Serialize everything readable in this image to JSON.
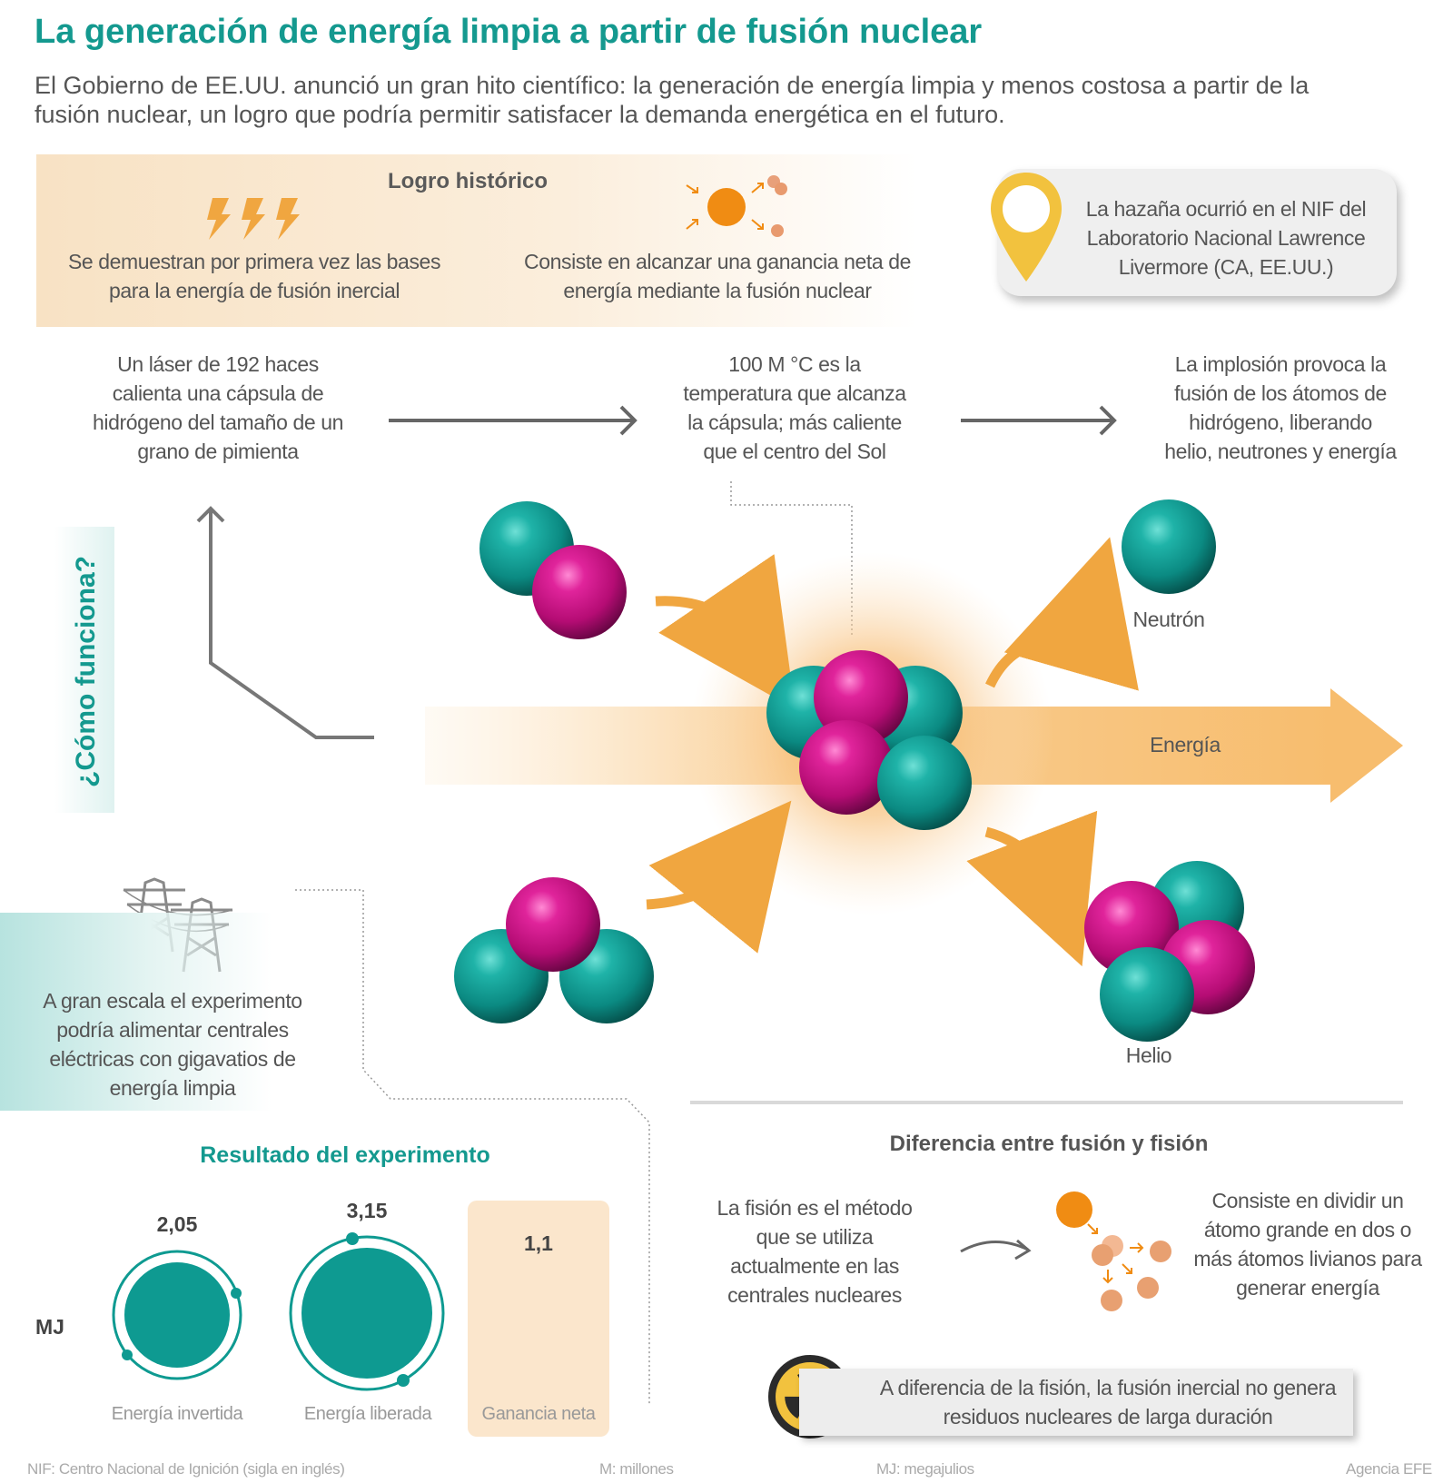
{
  "title": "La generación de energía limpia a partir de fusión nuclear",
  "subtitle": "El Gobierno de EE.UU. anunció un gran hito científico: la generación de energía limpia y menos costosa a partir de la fusión nuclear, un logro que podría permitir satisfacer la demanda energética en el futuro.",
  "logro": {
    "title": "Logro histórico",
    "item1": "Se demuestran por primera vez las bases para la energía de fusión inercial",
    "item2": "Consiste en alcanzar una ganancia neta de energía mediante la fusión nuclear"
  },
  "location": {
    "text": "La hazaña ocurrió en el NIF del Laboratorio Nacional Lawrence Livermore (CA, EE.UU.)",
    "icon": "map-pin-icon"
  },
  "steps": {
    "step1": "Un láser de 192 haces calienta una cápsula de hidrógeno del tamaño de un grano de pimienta",
    "step2": "100 M °C es la temperatura que alcanza la cápsula; más caliente que el centro del Sol",
    "step3": "La implosión provoca la fusión de los átomos de hidrógeno, liberando helio, neutrones y energía"
  },
  "side_label": "¿Cómo funciona?",
  "particles": {
    "neutron": "Neutrón",
    "helium": "Helio",
    "energy": "Energía"
  },
  "gran_escala": "A gran escala el experimento podría alimentar centrales eléctricas con gigavatios de energía limpia",
  "resultado": {
    "title": "Resultado del experimento",
    "unit": "MJ",
    "items": [
      {
        "value": "2,05",
        "label": "Energía invertida"
      },
      {
        "value": "3,15",
        "label": "Energía liberada"
      },
      {
        "value": "1,1",
        "label": "Ganancia neta"
      }
    ]
  },
  "diferencia": {
    "title": "Diferencia entre fusión y fisión",
    "left": "La fisión es el método que se utiliza actualmente en las centrales nucleares",
    "right": "Consiste en dividir un átomo grande en dos o más átomos livianos para generar energía",
    "residuos": "A diferencia de la fisión, la fusión inercial no genera residuos nucleares de larga duración",
    "icon": "radiation-icon"
  },
  "footer": {
    "nif": "NIF: Centro Nacional de Ignición (sigla en inglés)",
    "m": "M: millones",
    "mj": "MJ: megajulios",
    "source": "Agencia EFE"
  },
  "colors": {
    "teal": "#0e9a91",
    "magenta": "#c8107e",
    "orange": "#f0a640",
    "title_teal": "#14998f"
  }
}
